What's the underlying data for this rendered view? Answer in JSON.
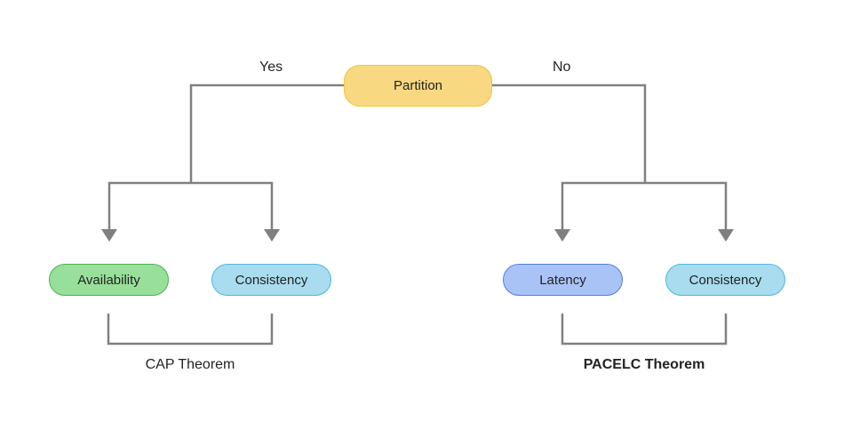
{
  "root": {
    "label": "Partition",
    "color": "#f8d880",
    "border": "#f2c53d"
  },
  "branches": {
    "yes_label": "Yes",
    "no_label": "No"
  },
  "cap": {
    "left_node": {
      "label": "Availability",
      "color": "#98e09a",
      "border": "#4caf50"
    },
    "right_node": {
      "label": "Consistency",
      "color": "#a8dcee",
      "border": "#4fb7dc"
    },
    "caption": "CAP Theorem"
  },
  "pacelc": {
    "left_node": {
      "label": "Latency",
      "color": "#a9c3f7",
      "border": "#4f7fe0"
    },
    "right_node": {
      "label": "Consistency",
      "color": "#a8dcee",
      "border": "#4fb7dc"
    },
    "caption": "PACELC Theorem"
  },
  "line_color": "#808080"
}
